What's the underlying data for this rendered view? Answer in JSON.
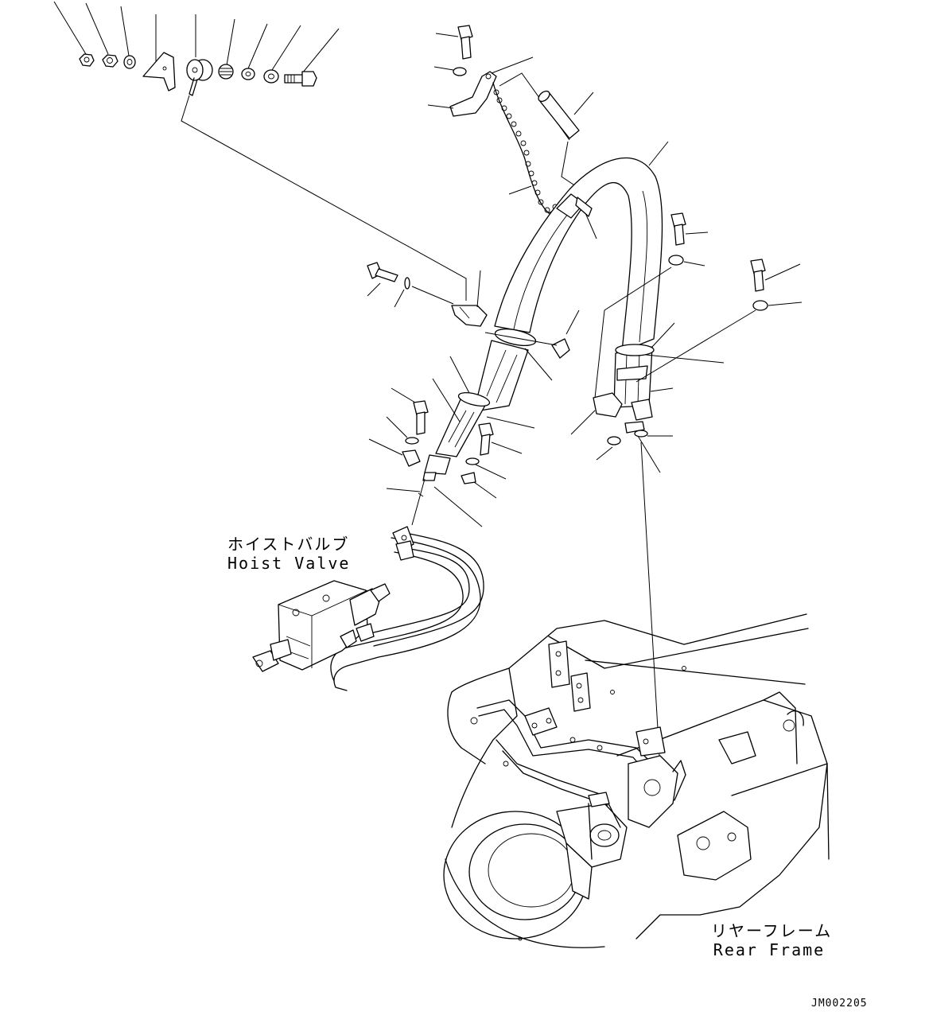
{
  "labels": {
    "hoist_valve_jp": "ホイストバルブ",
    "hoist_valve_en": "Hoist Valve",
    "rear_frame_jp": "リヤーフレーム",
    "rear_frame_en": "Rear Frame"
  },
  "drawing_code": "JM002205"
}
